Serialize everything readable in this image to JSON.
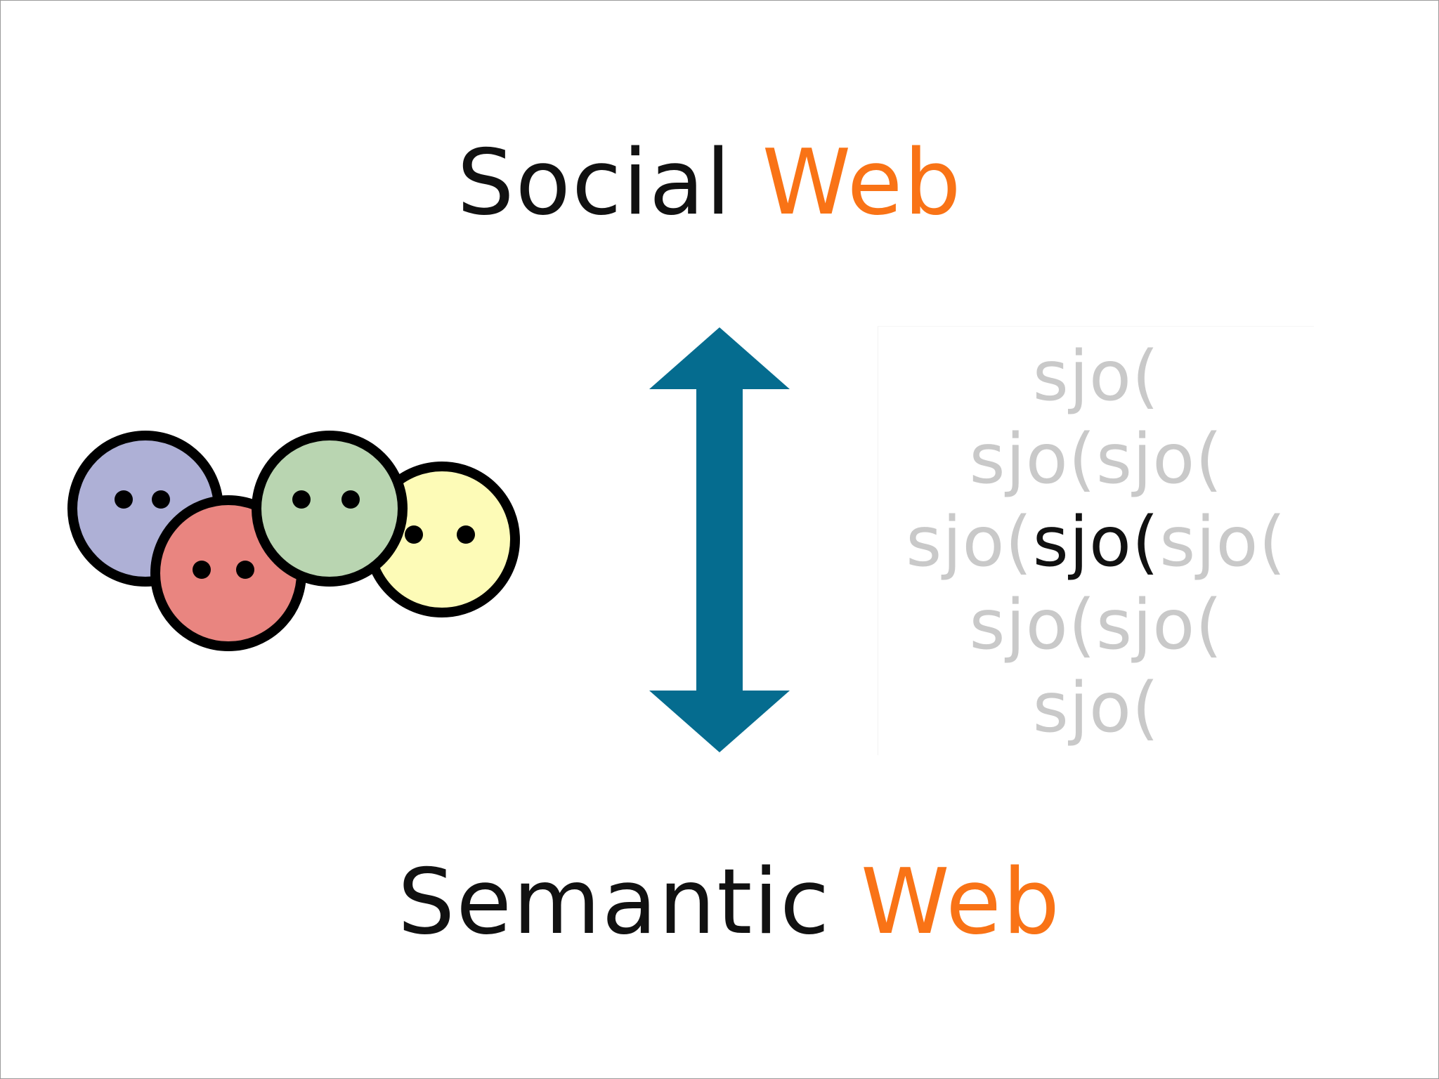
{
  "titles": {
    "top": {
      "plain": "Social",
      "accent": "Web"
    },
    "bottom": {
      "plain": "Semantic",
      "accent": "Web"
    }
  },
  "colors": {
    "accent": "#f97316",
    "text": "#111111",
    "arrow": "#056c8f",
    "logo_faded": "#c9c9c9",
    "face_blue": "#aeb0d6",
    "face_red": "#e98580",
    "face_green": "#b9d5b1",
    "face_yellow": "#fdfbb7"
  },
  "icons": {
    "people": "group-of-faces-icon",
    "arrow": "double-headed-vertical-arrow-icon",
    "logo": "sioc-logo"
  },
  "sioc_logo": {
    "rows": [
      {
        "left": "",
        "center": "sjo(",
        "right": ""
      },
      {
        "left": "",
        "center": "sjo(sjo(",
        "right": ""
      },
      {
        "left": "sjo(",
        "center": "sjo(",
        "right": "sjo("
      },
      {
        "left": "",
        "center": "sjo(sjo(",
        "right": ""
      },
      {
        "left": "",
        "center": "sjo(",
        "right": ""
      }
    ]
  }
}
